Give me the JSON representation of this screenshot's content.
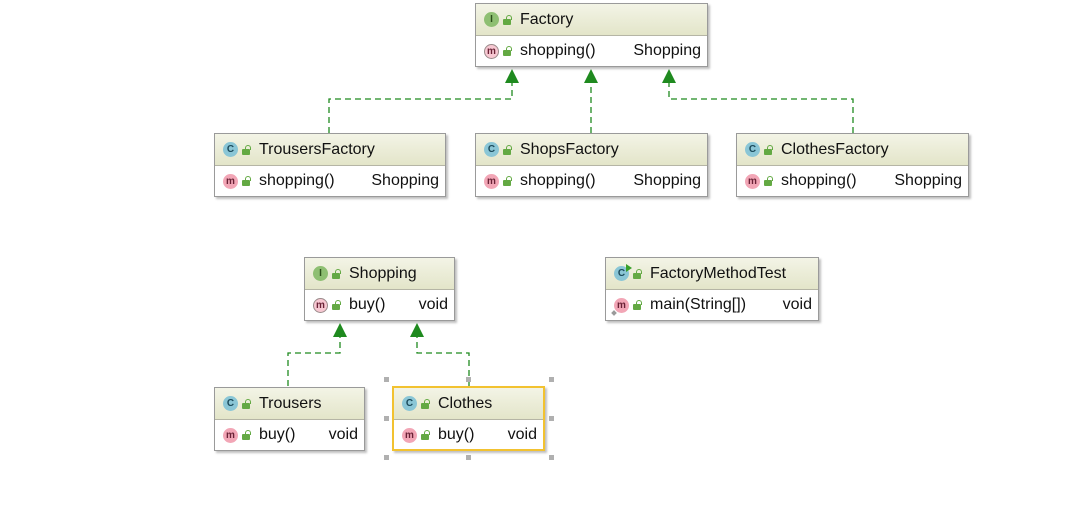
{
  "boxes": {
    "factory": {
      "title": "Factory",
      "kind": "interface",
      "method": "shopping()",
      "type": "Shopping"
    },
    "trousers_factory": {
      "title": "TrousersFactory",
      "kind": "class",
      "method": "shopping()",
      "type": "Shopping"
    },
    "shops_factory": {
      "title": "ShopsFactory",
      "kind": "class",
      "method": "shopping()",
      "type": "Shopping"
    },
    "clothes_factory": {
      "title": "ClothesFactory",
      "kind": "class",
      "method": "shopping()",
      "type": "Shopping"
    },
    "shopping": {
      "title": "Shopping",
      "kind": "interface",
      "method": "buy()",
      "type": "void"
    },
    "factory_method_test": {
      "title": "FactoryMethodTest",
      "kind": "class",
      "method": "main(String[])",
      "type": "void"
    },
    "trousers": {
      "title": "Trousers",
      "kind": "class",
      "method": "buy()",
      "type": "void"
    },
    "clothes": {
      "title": "Clothes",
      "kind": "class",
      "method": "buy()",
      "type": "void"
    }
  },
  "icons": {
    "interface": "I",
    "class": "C",
    "method": "m"
  },
  "colors": {
    "edge": "#1f8a1f",
    "selection": "#f2c230"
  }
}
